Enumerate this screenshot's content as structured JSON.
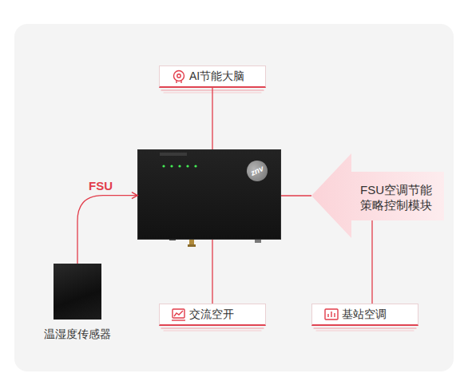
{
  "diagram": {
    "nodes": [
      {
        "text": [
          "AI节能大脑"
        ]
      },
      {
        "text": [
          "znv"
        ]
      },
      {
        "text": [
          "FSU空调节能 策略控制模块"
        ]
      },
      {
        "text": [
          "温湿度传感器"
        ]
      },
      {
        "text": [
          "交流空开"
        ]
      },
      {
        "text": [
          "基站空调"
        ]
      }
    ],
    "edges": [
      {
        "from": 0,
        "to": 1,
        "arrow": "none"
      },
      {
        "from": 3,
        "to": 1,
        "arrow": "to",
        "label": "FSU"
      },
      {
        "from": 2,
        "to": 1,
        "arrow": "none"
      },
      {
        "from": 1,
        "to": 4,
        "arrow": "none"
      },
      {
        "from": 5,
        "to": 2,
        "arrow": "none"
      }
    ]
  }
}
